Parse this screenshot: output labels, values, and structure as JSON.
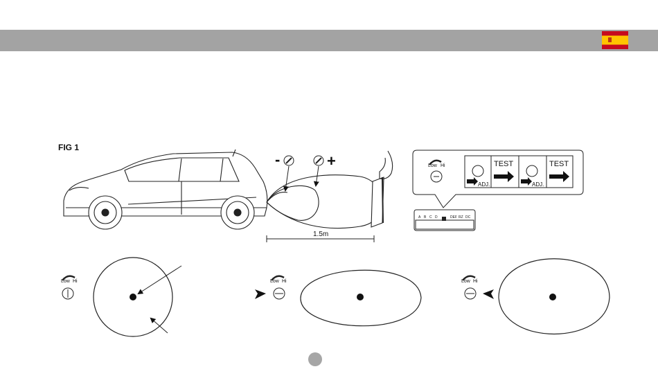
{
  "header": {
    "flag_icon": "spain-flag-icon",
    "bar_color": "#a3a3a3"
  },
  "figure": {
    "label": "FIG 1",
    "minus_sign": "-",
    "plus_sign": "+",
    "distance": "1.5m",
    "knob": {
      "low": "Low",
      "hi": "Hi"
    },
    "panel": {
      "test_1": "TEST",
      "test_2": "TEST",
      "adj_1": "ADJ.",
      "adj_2": "ADJ."
    },
    "module_labels": [
      "A",
      "B",
      "C",
      "D",
      "",
      "DEF",
      "RZ",
      "DC"
    ]
  },
  "diagrams": [
    {
      "shape": "circle",
      "knob_low": "Low",
      "knob_hi": "Hi"
    },
    {
      "shape": "wide-ellipse",
      "knob_low": "Low",
      "knob_hi": "Hi"
    },
    {
      "shape": "tall-ellipse",
      "knob_low": "Low",
      "knob_hi": "Hi"
    }
  ]
}
